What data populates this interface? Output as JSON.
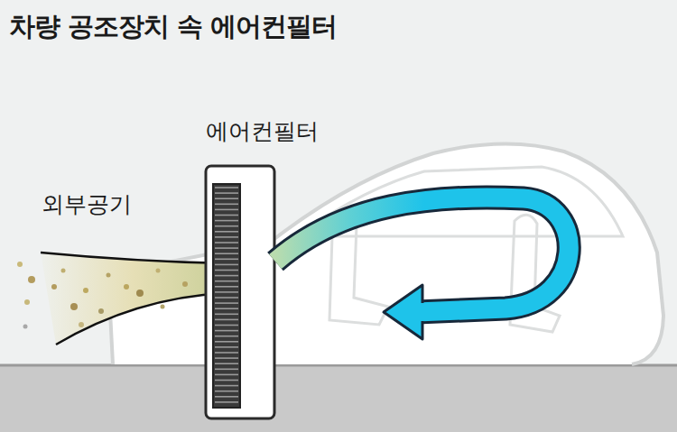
{
  "diagram": {
    "title": "차량 공조장치 속 에어컨필터",
    "labels": [
      "에어컨필터",
      "외부공기"
    ]
  }
}
